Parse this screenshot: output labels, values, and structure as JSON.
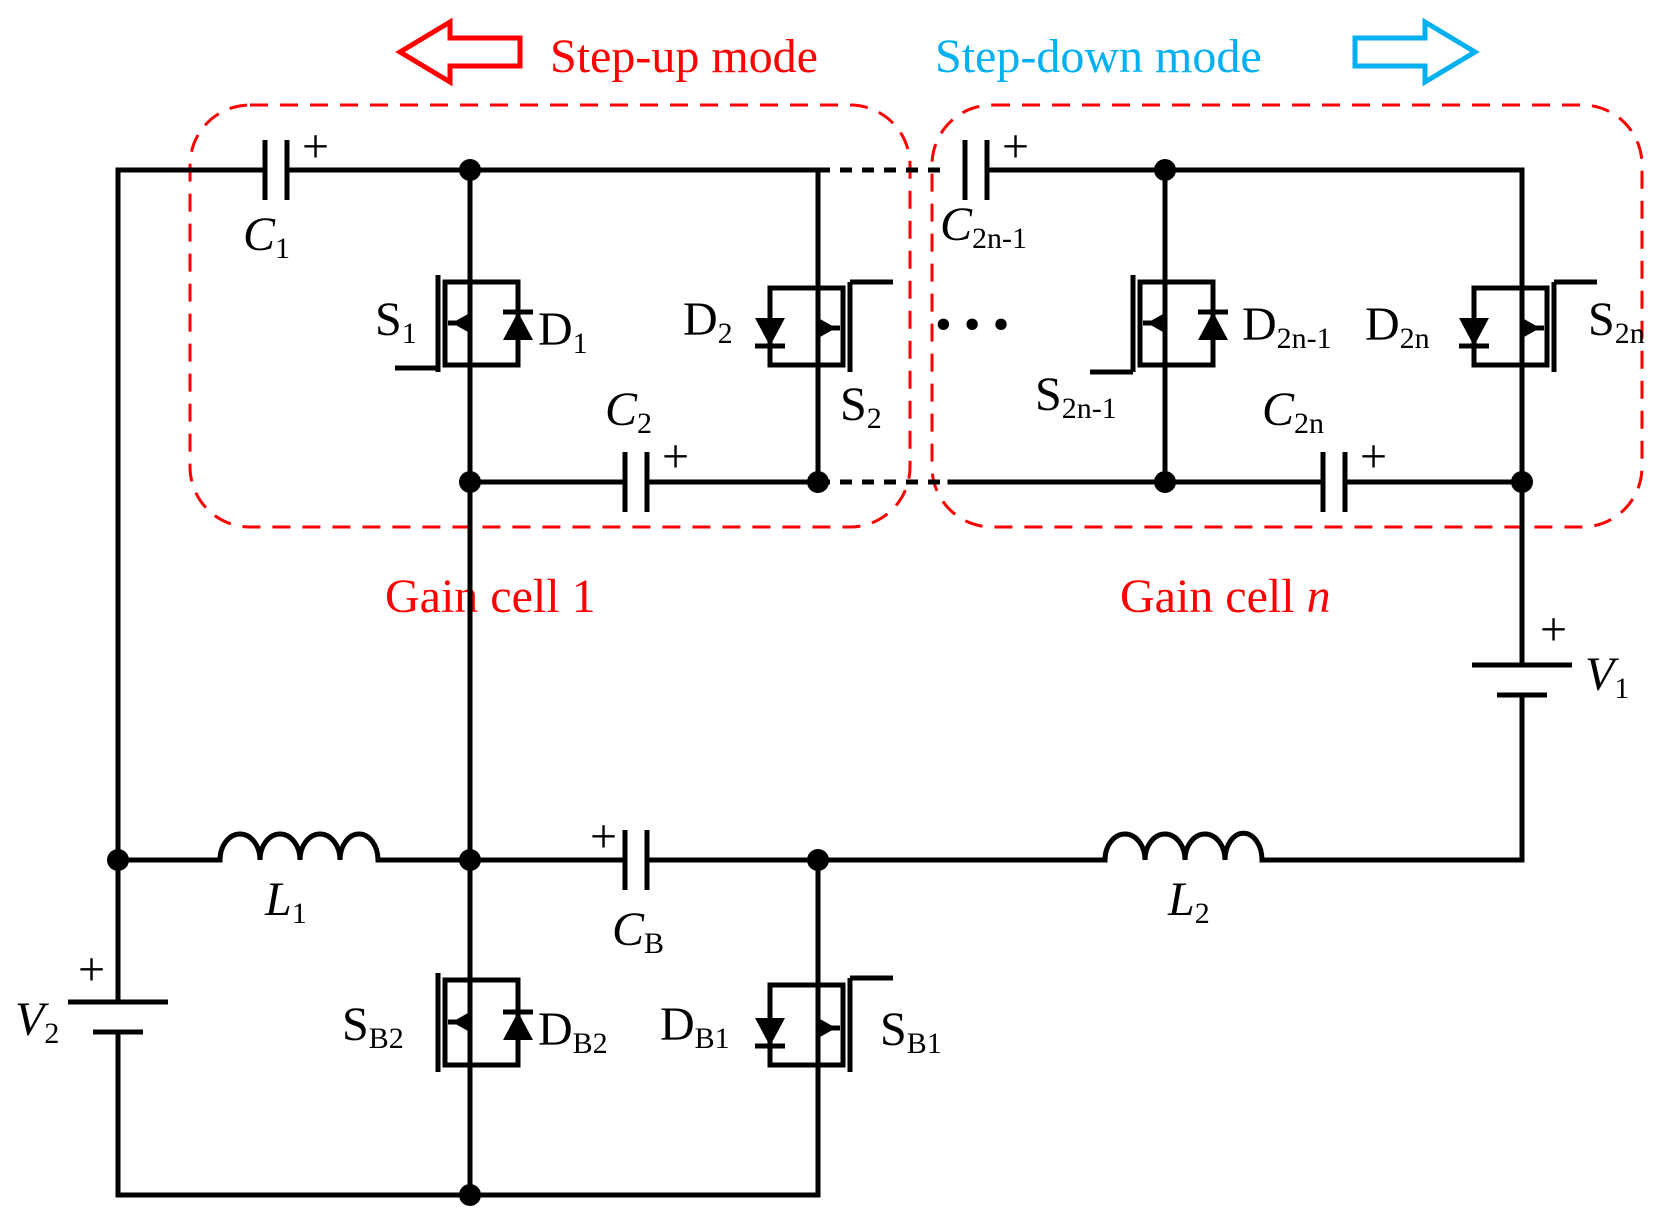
{
  "arrows": {
    "step_up_label": "Step-up mode",
    "step_down_label": "Step-down mode",
    "step_up_color": "#ff0000",
    "step_down_color": "#00b0f0"
  },
  "cells": {
    "cell1_label": "Gain cell 1",
    "celln_label_main": "Gain cell ",
    "celln_label_n": "n",
    "border_color": "#ff0000"
  },
  "labels": {
    "C1": {
      "main": "C",
      "sub": "1"
    },
    "C2": {
      "main": "C",
      "sub": "2"
    },
    "C2n1": {
      "main": "C",
      "sub": "2n-1"
    },
    "C2n": {
      "main": "C",
      "sub": "2n"
    },
    "CB": {
      "main": "C",
      "sub": "B"
    },
    "S1": {
      "main": "S",
      "sub": "1"
    },
    "D1": {
      "main": "D",
      "sub": "1"
    },
    "D2": {
      "main": "D",
      "sub": "2"
    },
    "S2": {
      "main": "S",
      "sub": "2"
    },
    "S2n1": {
      "main": "S",
      "sub": "2n-1"
    },
    "D2n1": {
      "main": "D",
      "sub": "2n-1"
    },
    "D2n": {
      "main": "D",
      "sub": "2n"
    },
    "S2n": {
      "main": "S",
      "sub": "2n"
    },
    "L1": {
      "main": "L",
      "sub": "1"
    },
    "L2": {
      "main": "L",
      "sub": "2"
    },
    "V1": {
      "main": "V",
      "sub": "1"
    },
    "V2": {
      "main": "V",
      "sub": "2"
    },
    "SB2": {
      "main": "S",
      "sub": "B2"
    },
    "DB2": {
      "main": "D",
      "sub": "B2"
    },
    "DB1": {
      "main": "D",
      "sub": "B1"
    },
    "SB1": {
      "main": "S",
      "sub": "B1"
    },
    "plus": "+",
    "ellipsis": "• • •"
  }
}
